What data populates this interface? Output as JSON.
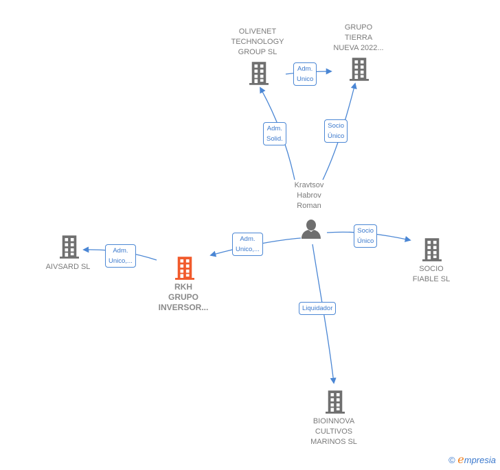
{
  "colors": {
    "edge": "#4a86d4",
    "node_icon": "#6f6f6f",
    "highlight_icon": "#f15a2b",
    "label_text": "#7a7a7a"
  },
  "person": {
    "name": "Kravtsov\nHabrov\nRoman",
    "icon": "person-icon"
  },
  "companies": [
    {
      "id": "olivenet",
      "label": "OLIVENET\nTECHNOLOGY\nGROUP  SL",
      "icon": "building-icon"
    },
    {
      "id": "tierra",
      "label": "GRUPO\nTIERRA\nNUEVA 2022...",
      "icon": "building-icon"
    },
    {
      "id": "aivsard",
      "label": "AIVSARD  SL",
      "icon": "building-icon"
    },
    {
      "id": "rkh",
      "label": "RKH\nGRUPO\nINVERSOR...",
      "icon": "building-icon",
      "highlighted": true
    },
    {
      "id": "socio_fiable",
      "label": "SOCIO\nFIABLE  SL",
      "icon": "building-icon"
    },
    {
      "id": "bioinnova",
      "label": "BIOINNOVA\nCULTIVOS\nMARINOS SL",
      "icon": "building-icon"
    }
  ],
  "edges": [
    {
      "from": "person",
      "to": "olivenet",
      "label": "Adm.\nSolid."
    },
    {
      "from": "person",
      "to": "tierra",
      "label": "Socio\nÚnico"
    },
    {
      "from": "olivenet",
      "to": "tierra",
      "label": "Adm.\nUnico"
    },
    {
      "from": "person",
      "to": "rkh",
      "label": "Adm.\nUnico,..."
    },
    {
      "from": "rkh",
      "to": "aivsard",
      "label": "Adm.\nUnico,..."
    },
    {
      "from": "person",
      "to": "socio_fiable",
      "label": "Socio\nÚnico"
    },
    {
      "from": "person",
      "to": "bioinnova",
      "label": "Liquidador"
    }
  ],
  "footer": {
    "copyright": "©",
    "brand_initial": "e",
    "brand_rest": "mpresia"
  }
}
